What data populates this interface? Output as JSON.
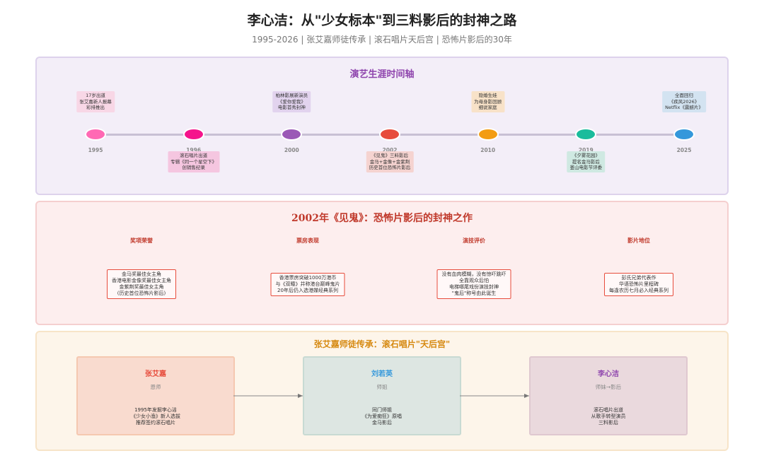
{
  "header": {
    "title": "李心洁：从\"少女标本\"到三料影后的封神之路",
    "subtitle": "1995-2026 | 张艾嘉师徒传承 | 滚石唱片天后宫 | 恐怖片影后的30年"
  },
  "career": {
    "title": "演艺生涯时间轴",
    "events": [
      {
        "year": "1995",
        "color": "#ff69b4",
        "note": "17岁出道\n张艾嘉新人报幕\n彩排推出",
        "note_bg": "#f8d7e6"
      },
      {
        "year": "1996",
        "color": "#f5148c",
        "note": "滚石唱片出道\n专辑《同一个星空下》\n创销售纪录",
        "note_bg": "#f5c6e0"
      },
      {
        "year": "2000",
        "color": "#9b59b6",
        "note": "柏林影展新演员\n《爱你爱我》\n电影首秀封神",
        "note_bg": "#e2d3ee"
      },
      {
        "year": "2002",
        "color": "#e74c3c",
        "note": "《见鬼》三料影后\n金马+金像+金紫荆\n历史首位恐怖片影后",
        "note_bg": "#f5d3d0"
      },
      {
        "year": "2010",
        "color": "#f39c12",
        "note": "隐婚生娃\n为母身影回顾\n细说家庭",
        "note_bg": "#f8e2c8"
      },
      {
        "year": "2019",
        "color": "#1abc9c",
        "note": "《夕雾花园》\n提名金马影后\n釜山电影节评委",
        "note_bg": "#cfe9e2"
      },
      {
        "year": "2025",
        "color": "#3498db",
        "note": "全面回归\n《疾风2026》\nNetflix《震撼片》",
        "note_bg": "#d3e3f1"
      }
    ]
  },
  "ghost": {
    "title": "2002年《见鬼》：恐怖片影后的封神之作",
    "columns": [
      {
        "heading": "奖项荣誉",
        "text": "金马奖最佳女主角\n香港电影金像奖最佳女主角\n金紫荆奖最佳女主角\n(历史首位恐怖片影后)"
      },
      {
        "heading": "票房表现",
        "text": "香港票房突破1000万港币\n与《双瞳》并称港台巅峰鬼片\n20年后仍入选港媒经典系列"
      },
      {
        "heading": "演技评价",
        "text": "没有血肉模糊，没有惊吓跳吓\n全靠观众后怕\n电梯哪尾戏份演技封神\n\"鬼后\"称号由此诞生"
      },
      {
        "heading": "影片地位",
        "text": "彭氏兄弟代表作\n华语恐怖片里程碑\n每逢农历七月必入经典系列"
      }
    ]
  },
  "lineage": {
    "title": "张艾嘉师徒传承：滚石唱片\"天后宫\"",
    "people": [
      {
        "name": "张艾嘉",
        "role": "恩师",
        "desc": "1995年发掘李心洁\n《少女小渔》新人选拔\n推荐签约滚石唱片",
        "color": "#e74c3c",
        "bg": "#f9dbcf",
        "border": "#f5c8b0"
      },
      {
        "name": "刘若英",
        "role": "师姐",
        "desc": "同门师姐\n《为爱痴狂》原唱\n金马影后",
        "color": "#3498db",
        "bg": "#dde6e2",
        "border": "#c8dad3"
      },
      {
        "name": "李心洁",
        "role": "师妹→影后",
        "desc": "滚石唱片出道\n从歌手转型演员\n三料影后",
        "color": "#8e44ad",
        "bg": "#ead9dd",
        "border": "#dfc8d0"
      }
    ]
  }
}
